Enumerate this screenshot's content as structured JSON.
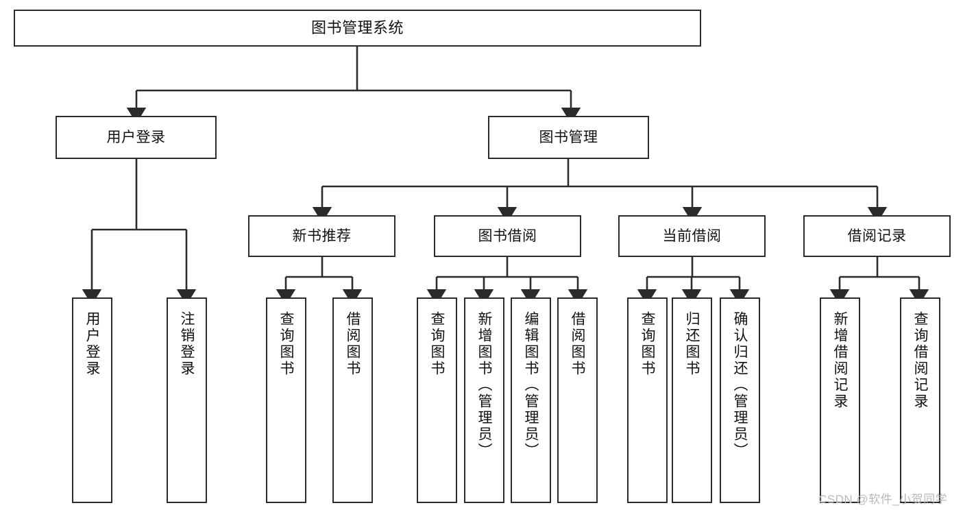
{
  "diagram": {
    "title": "图书管理系统",
    "type": "hierarchy-tree",
    "watermark": "CSDN @软件_小贺同学",
    "colors": {
      "box_border": "#2b2b2b",
      "box_fill": "#ffffff",
      "connector": "#2b2b2b",
      "text": "#111111",
      "watermark": "#b9b9b9"
    },
    "root": {
      "id": "root",
      "label": "图书管理系统"
    },
    "level2": [
      {
        "id": "user-login",
        "label": "用户登录"
      },
      {
        "id": "book-manage",
        "label": "图书管理"
      }
    ],
    "level3": [
      {
        "id": "new-book-recommend",
        "label": "新书推荐",
        "parent": "book-manage"
      },
      {
        "id": "book-borrow",
        "label": "图书借阅",
        "parent": "book-manage"
      },
      {
        "id": "current-borrow",
        "label": "当前借阅",
        "parent": "book-manage"
      },
      {
        "id": "borrow-record",
        "label": "借阅记录",
        "parent": "book-manage"
      }
    ],
    "leaves": [
      {
        "id": "leaf-user-login",
        "label": "用户登录",
        "parent": "user-login"
      },
      {
        "id": "leaf-logout-login",
        "label": "注销登录",
        "parent": "user-login"
      },
      {
        "id": "leaf-query-book-1",
        "label": "查询图书",
        "parent": "new-book-recommend"
      },
      {
        "id": "leaf-borrow-book-1",
        "label": "借阅图书",
        "parent": "new-book-recommend"
      },
      {
        "id": "leaf-query-book-2",
        "label": "查询图书",
        "parent": "book-borrow"
      },
      {
        "id": "leaf-add-book",
        "label": "新增图书（管理员）",
        "parent": "book-borrow"
      },
      {
        "id": "leaf-edit-book",
        "label": "编辑图书（管理员）",
        "parent": "book-borrow"
      },
      {
        "id": "leaf-borrow-book-2",
        "label": "借阅图书",
        "parent": "book-borrow"
      },
      {
        "id": "leaf-query-book-3",
        "label": "查询图书",
        "parent": "current-borrow"
      },
      {
        "id": "leaf-return-book",
        "label": "归还图书",
        "parent": "current-borrow"
      },
      {
        "id": "leaf-confirm-return",
        "label": "确认归还（管理员）",
        "parent": "current-borrow"
      },
      {
        "id": "leaf-add-record",
        "label": "新增借阅记录",
        "parent": "borrow-record"
      },
      {
        "id": "leaf-query-record",
        "label": "查询借阅记录",
        "parent": "borrow-record"
      }
    ]
  }
}
